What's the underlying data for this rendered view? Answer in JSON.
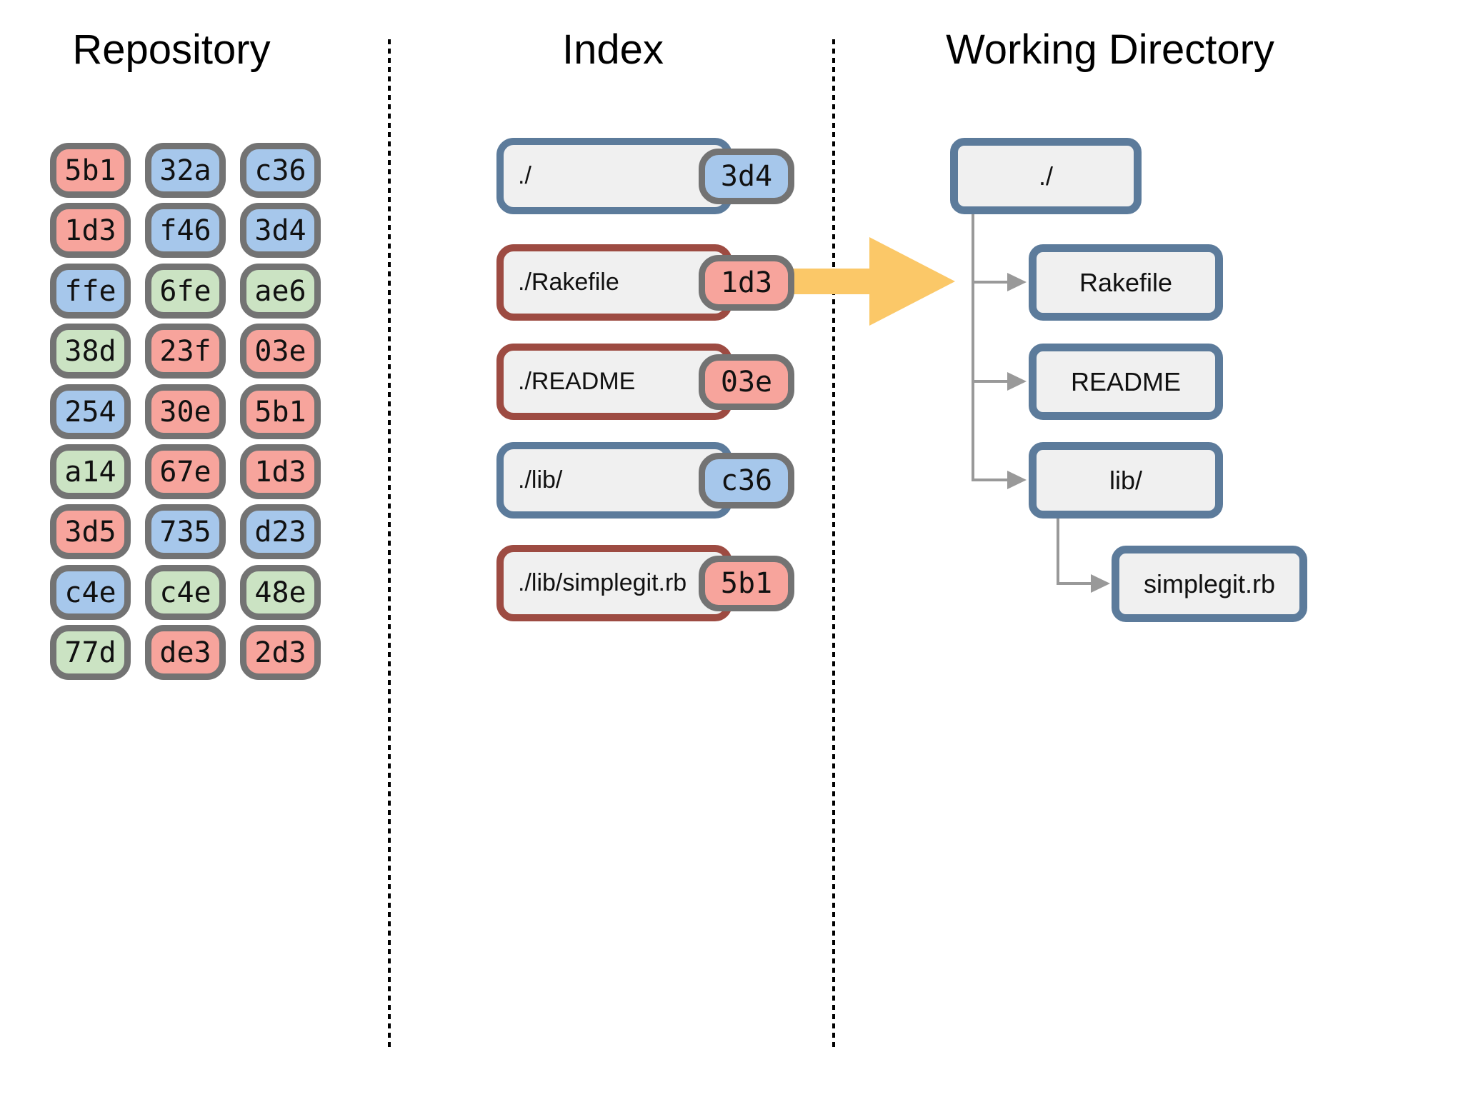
{
  "titles": {
    "repository": "Repository",
    "index": "Index",
    "working_directory": "Working Directory"
  },
  "palette": {
    "blob_red": "#F7A49C",
    "tree_blue": "#A6C7EB",
    "commit_green": "#CBE3C3",
    "pill_border": "#737373",
    "dir_border": "#5C7B9B",
    "file_border": "#9D4B42",
    "box_fill": "#F0F0F0",
    "connector_gray": "#999999",
    "arrow_yellow": "#FBC868"
  },
  "repository": {
    "objects": [
      {
        "hash": "5b1",
        "color": "red"
      },
      {
        "hash": "32a",
        "color": "blue"
      },
      {
        "hash": "c36",
        "color": "blue"
      },
      {
        "hash": "1d3",
        "color": "red"
      },
      {
        "hash": "f46",
        "color": "blue"
      },
      {
        "hash": "3d4",
        "color": "blue"
      },
      {
        "hash": "ffe",
        "color": "blue"
      },
      {
        "hash": "6fe",
        "color": "green"
      },
      {
        "hash": "ae6",
        "color": "green"
      },
      {
        "hash": "38d",
        "color": "green"
      },
      {
        "hash": "23f",
        "color": "red"
      },
      {
        "hash": "03e",
        "color": "red"
      },
      {
        "hash": "254",
        "color": "blue"
      },
      {
        "hash": "30e",
        "color": "red"
      },
      {
        "hash": "5b1",
        "color": "red"
      },
      {
        "hash": "a14",
        "color": "green"
      },
      {
        "hash": "67e",
        "color": "red"
      },
      {
        "hash": "1d3",
        "color": "red"
      },
      {
        "hash": "3d5",
        "color": "red"
      },
      {
        "hash": "735",
        "color": "blue"
      },
      {
        "hash": "d23",
        "color": "blue"
      },
      {
        "hash": "c4e",
        "color": "blue"
      },
      {
        "hash": "c4e",
        "color": "green"
      },
      {
        "hash": "48e",
        "color": "green"
      },
      {
        "hash": "77d",
        "color": "green"
      },
      {
        "hash": "de3",
        "color": "red"
      },
      {
        "hash": "2d3",
        "color": "red"
      }
    ]
  },
  "index": {
    "entries": [
      {
        "path": "./",
        "hash": "3d4",
        "kind": "dir"
      },
      {
        "path": "./Rakefile",
        "hash": "1d3",
        "kind": "file"
      },
      {
        "path": "./README",
        "hash": "03e",
        "kind": "file"
      },
      {
        "path": "./lib/",
        "hash": "c36",
        "kind": "dir"
      },
      {
        "path": "./lib/simplegit.rb",
        "hash": "5b1",
        "kind": "file"
      }
    ]
  },
  "working_directory": {
    "nodes": [
      {
        "label": "./",
        "kind": "dir",
        "depth": 0
      },
      {
        "label": "Rakefile",
        "kind": "file",
        "depth": 1
      },
      {
        "label": "README",
        "kind": "file",
        "depth": 1
      },
      {
        "label": "lib/",
        "kind": "dir",
        "depth": 1
      },
      {
        "label": "simplegit.rb",
        "kind": "file",
        "depth": 2
      }
    ]
  }
}
